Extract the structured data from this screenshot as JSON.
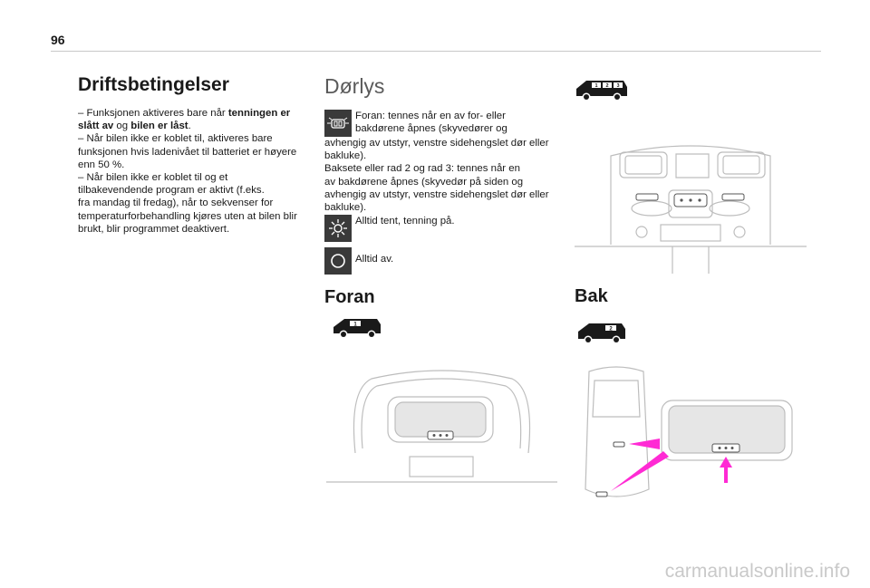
{
  "page_number": "96",
  "col1": {
    "heading": "Driftsbetingelser",
    "lines": [
      [
        "– Funksjonen aktiveres bare når ",
        "tenningen er"
      ],
      [
        "slått av",
        " og ",
        "bilen er låst",
        "."
      ],
      [
        "– Når bilen ikke er koblet til, aktiveres bare"
      ],
      [
        "funksjonen hvis ladenivået til batteriet er høyere"
      ],
      [
        "enn 50 %."
      ],
      [
        "– Når bilen ikke er koblet til og et"
      ],
      [
        "tilbakevendende program er aktivt (f.eks."
      ],
      [
        "fra mandag til fredag), når to sekvenser for"
      ],
      [
        "temperaturforbehandling kjøres uten at bilen blir"
      ],
      [
        "brukt, blir programmet deaktivert."
      ]
    ]
  },
  "col2": {
    "heading": "Dørlys",
    "door_icon": "door-light-icon",
    "foran_text_1": "Foran: tennes når en av for- eller",
    "foran_text_2": "bakdørene åpnes (skyvedører og",
    "foran_text_3": "avhengig av utstyr, venstre sidehengslet dør eller",
    "foran_text_4": "bakluke).",
    "bak_text_1": "Baksete eller rad 2 og rad 3: tennes når en",
    "bak_text_2": "av bakdørene åpnes (skyvedør på siden og",
    "bak_text_3": "avhengig av utstyr, venstre sidehengslet dør eller",
    "bak_text_4": "bakluke).",
    "on_icon": "sun-icon",
    "on_text": "Alltid tent, tenning på.",
    "off_icon": "circle-icon",
    "off_text": "Alltid av.",
    "foran_heading": "Foran",
    "van_badge": "1",
    "van_badges_3": [
      "1",
      "2",
      "3"
    ]
  },
  "col3": {
    "bak_heading": "Bak",
    "van_badge": "2"
  },
  "watermark": "carmanualsonline.info",
  "accent_color": "#ff2ad4"
}
